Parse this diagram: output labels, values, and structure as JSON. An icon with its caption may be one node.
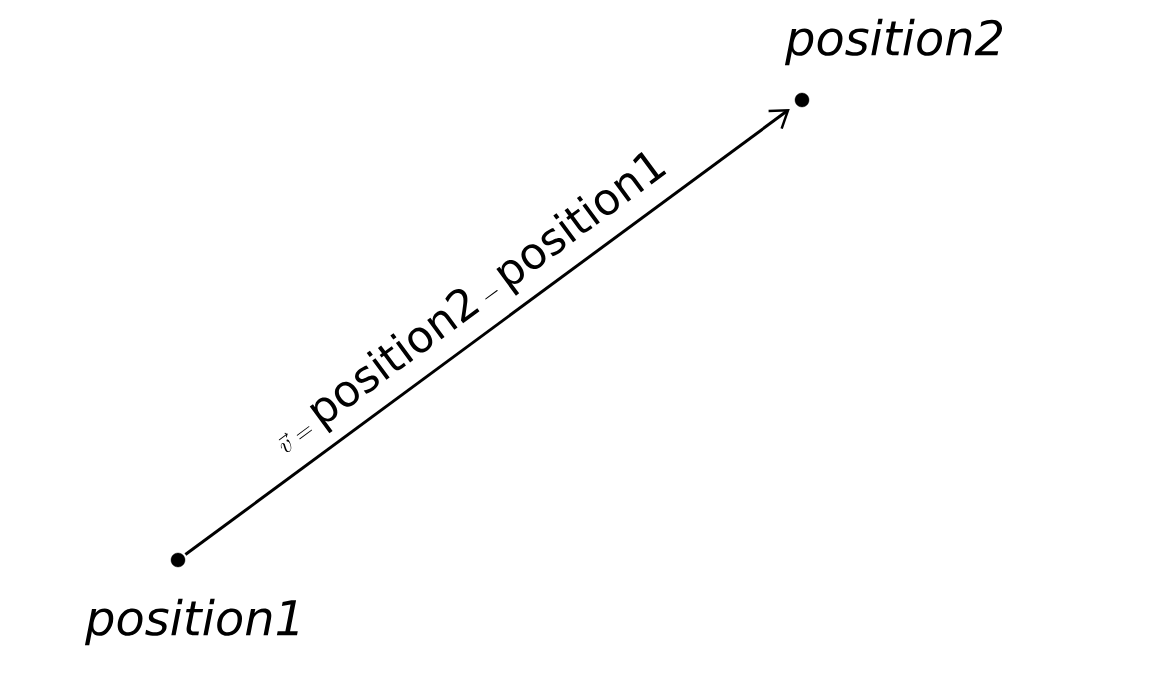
{
  "diagram": {
    "nodes": [
      {
        "text": [],
        "shape": "circle",
        "beside": [
          "position1"
        ]
      },
      {
        "text": [],
        "shape": "circle",
        "beside": [
          "position2"
        ]
      }
    ],
    "edges": [
      {
        "from": 0,
        "to": 1,
        "arrow": "to",
        "label": "\\vec{v} = \\mathrm{position2} - \\mathrm{position1}"
      }
    ]
  }
}
